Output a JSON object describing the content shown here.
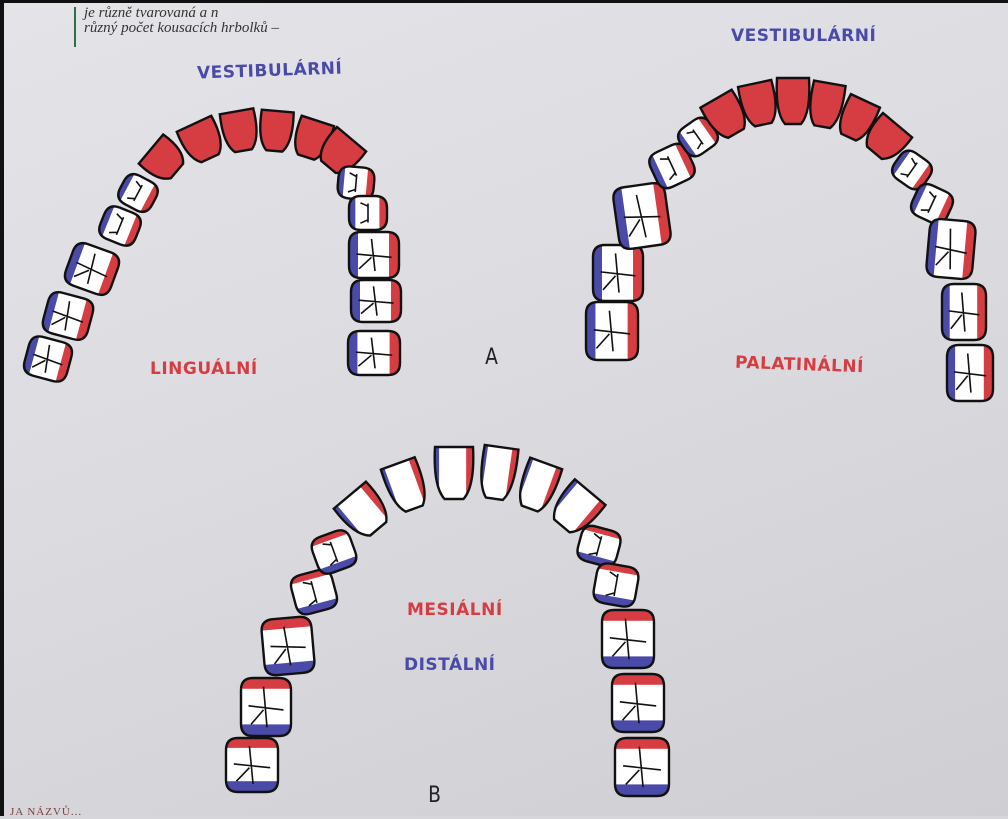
{
  "header_text": {
    "line1": "je různě tvarovaná a n",
    "line2": "různý počet kousacích hrbolků –"
  },
  "labels": {
    "vestibular_left": "VESTIBULÁRNÍ",
    "vestibular_right": "VESTIBULÁRNÍ",
    "lingual": "LINGUÁLNÍ",
    "palatal": "PALATINÁLNÍ",
    "mesial": "MESIÁLNÍ",
    "distal": "DISTÁLNÍ",
    "letter_a": "A",
    "letter_b": "B"
  },
  "footer": {
    "text": "JA NÁZVŮ..."
  },
  "colors": {
    "mesial_red": "#d63d42",
    "distal_blue": "#4a4aa8",
    "outline": "#111111",
    "tooth_fill": "#ffffff"
  }
}
